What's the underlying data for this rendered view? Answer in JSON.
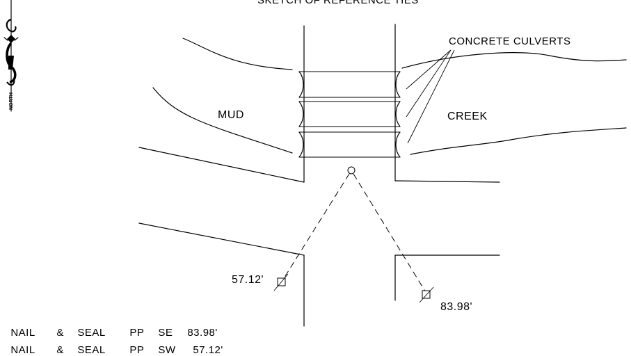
{
  "title": "SKETCH OF REFERENCE TIES",
  "north_label": "NORTH",
  "labels": {
    "culverts": "CONCRETE CULVERTS",
    "mud": "MUD",
    "creek": "CREEK",
    "dist_sw": "57.12'",
    "dist_se": "83.98'"
  },
  "ties": [
    {
      "w1": "NAIL",
      "w2": "&",
      "w3": "SEAL",
      "w4": "PP",
      "dir": "SE",
      "dist": "83.98'"
    },
    {
      "w1": "NAIL",
      "w2": "&",
      "w3": "SEAL",
      "w4": "PP",
      "dir": "SW",
      "dist": "57.12'"
    }
  ]
}
